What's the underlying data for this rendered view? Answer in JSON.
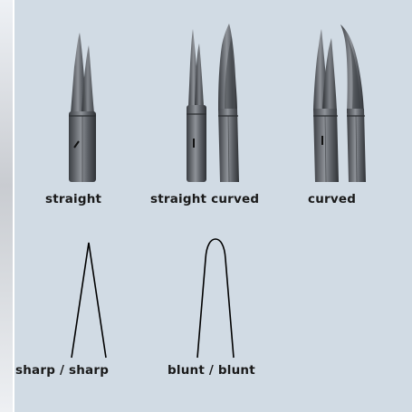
{
  "scissor_tips": [
    {
      "id": "straight",
      "label": "straight"
    },
    {
      "id": "straight-curved",
      "label": "straight curved"
    },
    {
      "id": "curved",
      "label": "curved"
    }
  ],
  "blade_points": [
    {
      "id": "sharp-sharp",
      "label": "sharp / sharp"
    },
    {
      "id": "blunt-blunt",
      "label": "blunt / blunt"
    }
  ],
  "colors": {
    "background": "#d1dbe4",
    "steel_dark": "#4a4d52",
    "steel_light": "#9ea2a8",
    "line": "#000000"
  }
}
